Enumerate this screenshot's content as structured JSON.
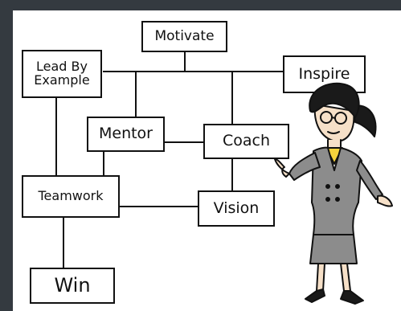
{
  "diagram": {
    "nodes": {
      "motivate": "Motivate",
      "lead_by_example_line1": "Lead By",
      "lead_by_example_line2": "Example",
      "inspire": "Inspire",
      "mentor": "Mentor",
      "coach": "Coach",
      "teamwork": "Teamwork",
      "vision": "Vision",
      "win": "Win"
    }
  },
  "colors": {
    "frame": "#343a40",
    "background": "#ffffff",
    "ink": "#111111",
    "suit": "#8c8c8c",
    "hair": "#1a1a1a",
    "skin": "#f6e0c8",
    "shirt": "#f5d23c"
  }
}
